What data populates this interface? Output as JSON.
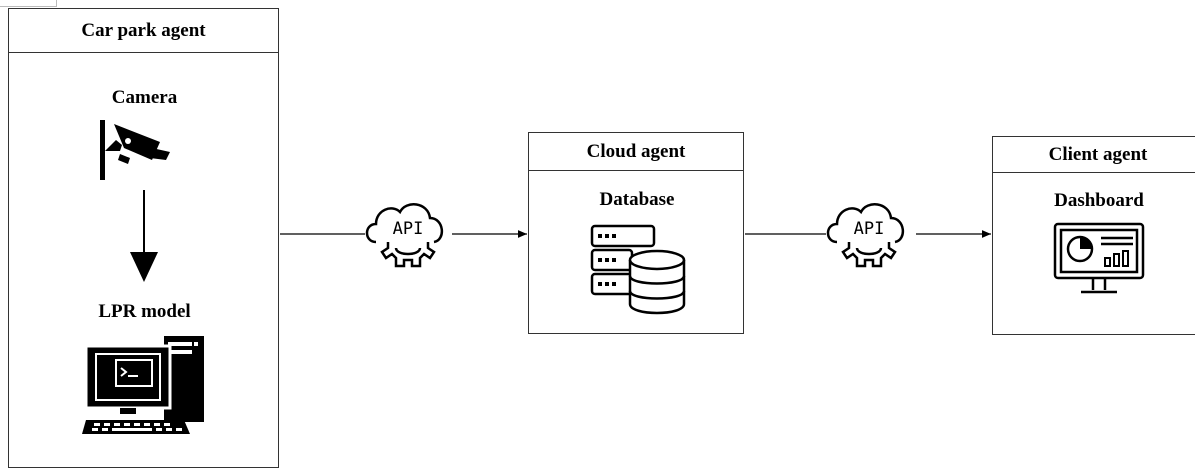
{
  "nodes": {
    "car_park_agent": {
      "title": "Car park agent"
    },
    "camera": {
      "label": "Camera",
      "icon": "camera-icon"
    },
    "lpr_model": {
      "label": "LPR model",
      "icon": "computer-icon"
    },
    "cloud_agent": {
      "title": "Cloud agent"
    },
    "database": {
      "label": "Database",
      "icon": "database-icon"
    },
    "client_agent": {
      "title": "Client agent"
    },
    "dashboard": {
      "label": "Dashboard",
      "icon": "dashboard-icon"
    }
  },
  "api_badges": [
    {
      "label": "API"
    },
    {
      "label": "API"
    }
  ],
  "edges": [
    {
      "from": "camera",
      "to": "lpr_model"
    },
    {
      "from": "car_park_agent",
      "to": "cloud_agent",
      "via": "api_badges.0"
    },
    {
      "from": "cloud_agent",
      "to": "client_agent",
      "via": "api_badges.1"
    }
  ]
}
